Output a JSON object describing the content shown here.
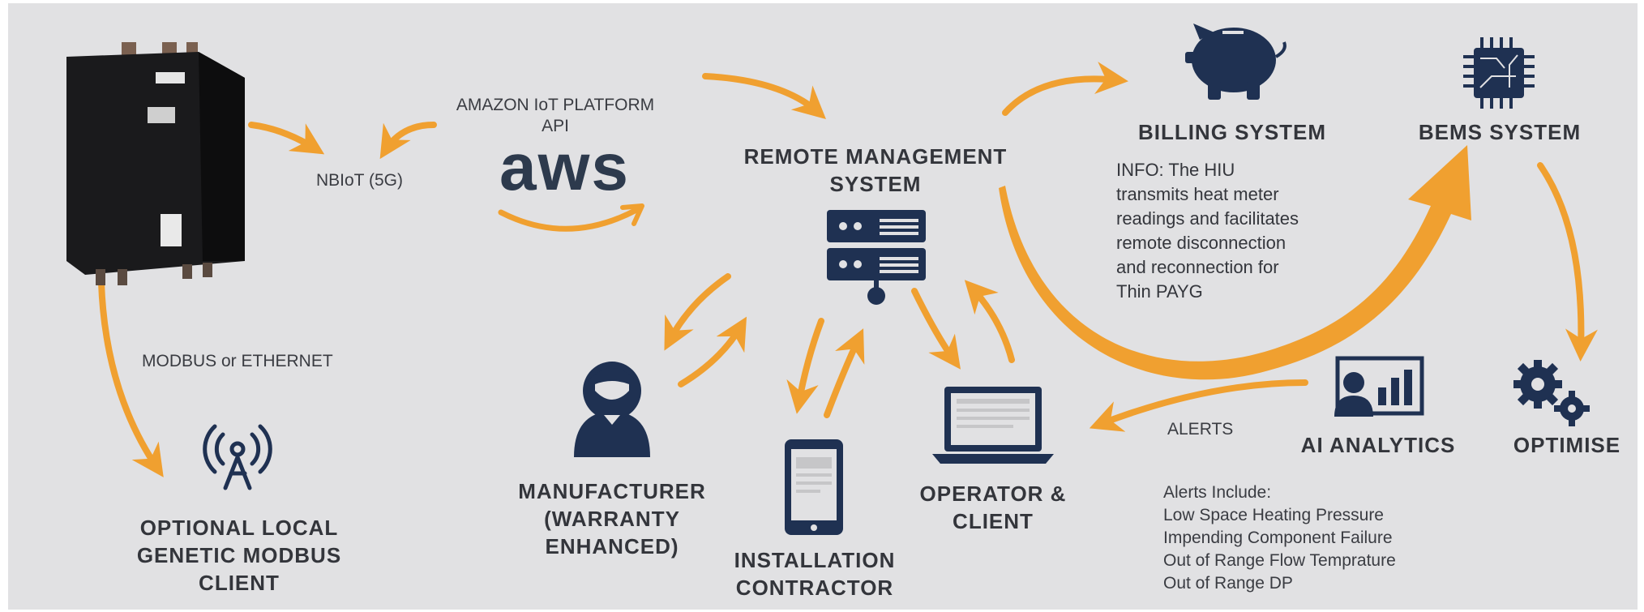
{
  "labels": {
    "aws_platform_line1": "AMAZON IoT PLATFORM",
    "aws_platform_line2": "API",
    "aws_logo_text": "aws",
    "nbiot": "NBIoT (5G)",
    "modbus_ethernet": "MODBUS or ETHERNET",
    "remote_mgmt_line1": "REMOTE MANAGEMENT",
    "remote_mgmt_line2": "SYSTEM",
    "billing": "BILLING SYSTEM",
    "bems": "BEMS SYSTEM",
    "info_lines": [
      "INFO: The HIU",
      "transmits heat meter",
      "readings and facilitates",
      "remote disconnection",
      "and reconnection for",
      "Thin PAYG"
    ],
    "optional_client_lines": [
      "OPTIONAL LOCAL",
      "GENETIC MODBUS",
      "CLIENT"
    ],
    "manufacturer_lines": [
      "MANUFACTURER",
      "(WARRANTY",
      "ENHANCED)"
    ],
    "installation_lines": [
      "INSTALLATION",
      "CONTRACTOR"
    ],
    "operator_lines": [
      "OPERATOR &",
      "CLIENT"
    ],
    "alerts": "ALERTS",
    "ai_analytics": "AI ANALYTICS",
    "optimise": "OPTIMISE",
    "alerts_include": [
      "Alerts Include:",
      "Low Space Heating Pressure",
      "Impending Component Failure",
      "Out of Range Flow Temprature",
      "Out of Range DP"
    ]
  },
  "colors": {
    "background": "#e1e1e3",
    "arrow": "#f0a030",
    "icon_navy": "#1f3152",
    "text": "#33353b"
  },
  "icons": [
    "hiu-device-icon",
    "aws-smile-arrow-icon",
    "server-rack-icon",
    "piggy-bank-icon",
    "chip-icon",
    "radio-tower-icon",
    "person-icon",
    "tablet-icon",
    "laptop-icon",
    "presentation-chart-icon",
    "gears-icon"
  ]
}
